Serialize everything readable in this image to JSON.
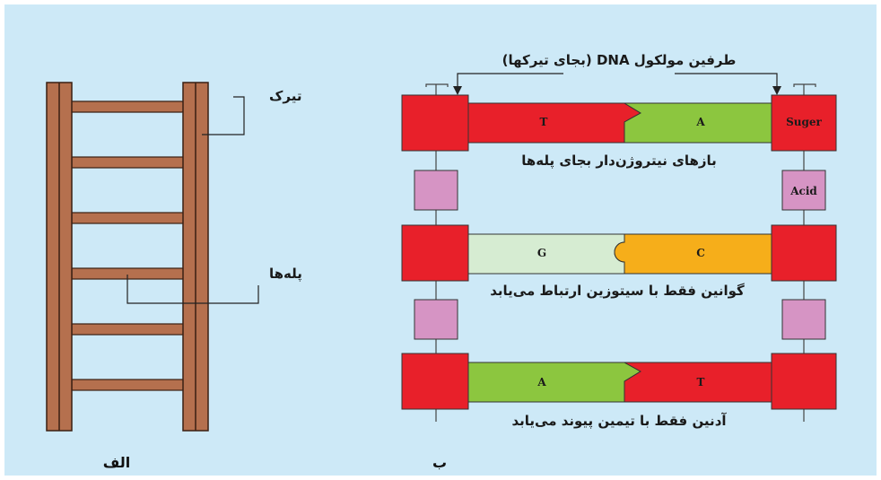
{
  "ladder": {
    "caption": "الف",
    "label_rail": "تیرک",
    "label_rungs": "پله‌ها"
  },
  "dna": {
    "caption": "ب",
    "top_label": "طرفین مولکول DNA (بجای تیرکها)",
    "row1": {
      "left_base": "T",
      "right_base": "A",
      "sugar": "Suger",
      "note": "بازهای نیتروژن‌دار بجای پله‌ها"
    },
    "acid": "Acid",
    "row2": {
      "left_base": "G",
      "right_base": "C",
      "note": "گوانین فقط با سیتوزین ارتباط می‌یابد"
    },
    "row3": {
      "left_base": "A",
      "right_base": "T",
      "note": "آدنین فقط با تیمین پیوند می‌یابد"
    }
  },
  "colors": {
    "background": "#cde9f7",
    "wood": "#b5704e",
    "sugar_red": "#e8202a",
    "phosphate_pink": "#d694c4",
    "adenine_green": "#8cc63f",
    "guanine_pale": "#d6ecd2",
    "cytosine_orange": "#f6ae1a"
  }
}
